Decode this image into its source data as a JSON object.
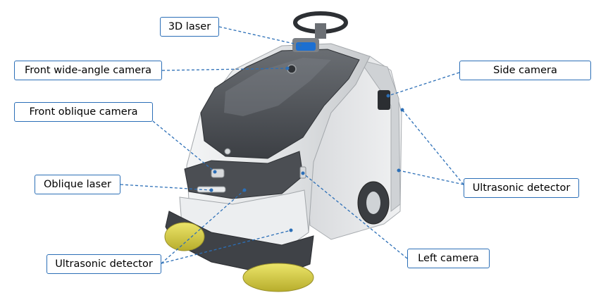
{
  "labels": {
    "laser_3d": "3D laser",
    "front_wide_angle_camera": "Front wide-angle camera",
    "front_oblique_camera": "Front oblique camera",
    "oblique_laser": "Oblique laser",
    "ultrasonic_detector_front": "Ultrasonic detector",
    "side_camera": "Side camera",
    "ultrasonic_detector_side": "Ultrasonic detector",
    "left_camera": "Left camera"
  },
  "colors": {
    "label_border": "#2c6fb7",
    "leader_line": "#2c6fb7",
    "robot_body": "#e6e8ea",
    "robot_top": "#4a4d52",
    "brush": "#d9d24a",
    "laser": "#1c6fd1"
  }
}
